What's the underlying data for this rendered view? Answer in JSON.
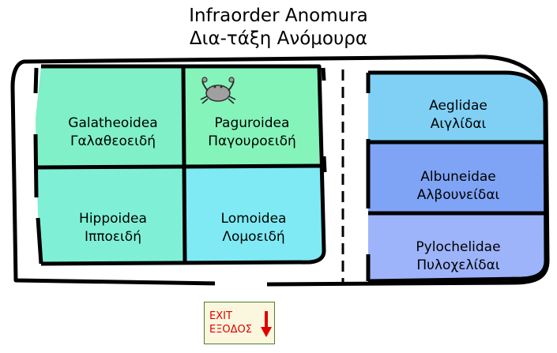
{
  "title": {
    "line1": "Infraorder Anomura",
    "line2": "Δια-τάξη Ανόμουρα"
  },
  "rooms": [
    {
      "name_en": "Galatheoidea",
      "name_gr": "Γαλαθεοειδή",
      "color": "#7ff0c8"
    },
    {
      "name_en": "Paguroidea",
      "name_gr": "Παγουροειδή",
      "color": "#85f4ba"
    },
    {
      "name_en": "Hippoidea",
      "name_gr": "Ιπποειδή",
      "color": "#7ff0d6"
    },
    {
      "name_en": "Lomoidea",
      "name_gr": "Λομοειδή",
      "color": "#7feaf4"
    },
    {
      "name_en": "Aeglidae",
      "name_gr": "Αιγλίδαι",
      "color": "#80d0f6"
    },
    {
      "name_en": "Albuneidae",
      "name_gr": "Αλβουνείδαι",
      "color": "#7fa4f6"
    },
    {
      "name_en": "Pylochelidae",
      "name_gr": "Πυλοχελίδαι",
      "color": "#9db3fa"
    }
  ],
  "icons": {
    "crab": "crab-icon",
    "exit_arrow": "arrow-down-icon"
  },
  "exit_sign": {
    "line1": "EXIT",
    "line2": "ΕΞΟΔΟΣ",
    "text_color": "#e00000",
    "background": "#fbf7de"
  }
}
